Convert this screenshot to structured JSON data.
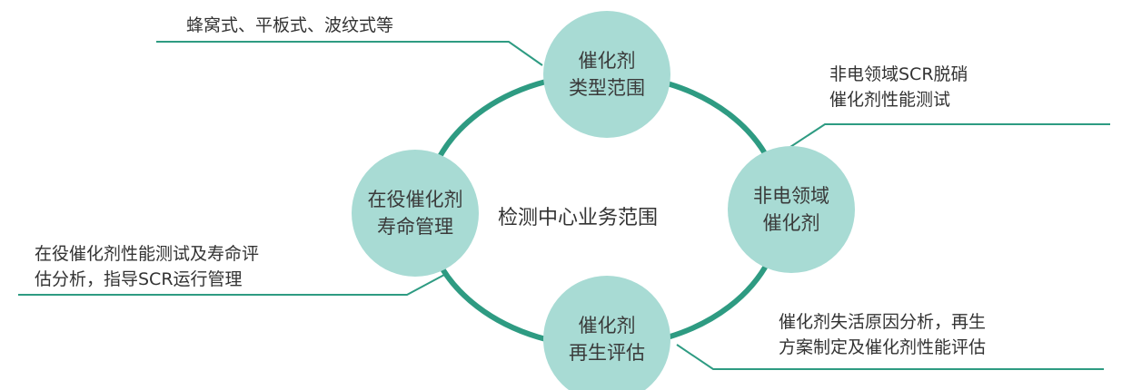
{
  "center_label": "检测中心业务范围",
  "nodes": {
    "top": [
      "催化剂",
      "类型范围"
    ],
    "right": [
      "非电领域",
      "催化剂"
    ],
    "bottom": [
      "催化剂",
      "再生评估"
    ],
    "left": [
      "在役催化剂",
      "寿命管理"
    ]
  },
  "notes": {
    "top": [
      "蜂窝式、平板式、波纹式等"
    ],
    "right": [
      "非电领域SCR脱硝",
      "催化剂性能测试"
    ],
    "bottom": [
      "催化剂失活原因分析，再生",
      "方案制定及催化剂性能评估"
    ],
    "left": [
      "在役催化剂性能测试及寿命评",
      "估分析，指导SCR运行管理"
    ]
  },
  "colors": {
    "ring": "#2e9b82",
    "node": "#a8dbd4"
  }
}
